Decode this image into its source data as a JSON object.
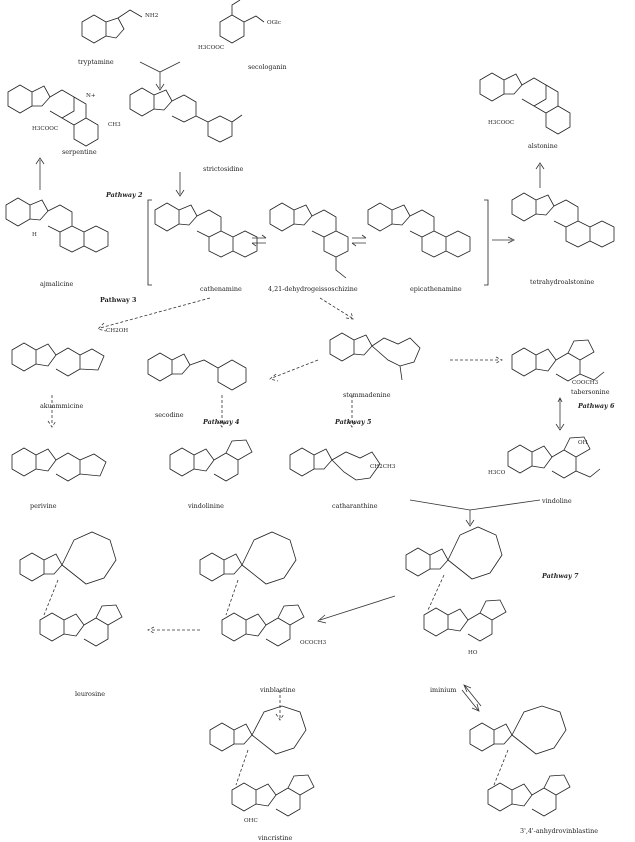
{
  "compounds": {
    "tryptamine": "tryptamine",
    "secologanin": "secologanin",
    "serpentine": "serpentine",
    "strictosidine": "strictosidine",
    "alstonine": "alstonine",
    "ajmalicine": "ajmalicine",
    "cathenamine": "cathenamine",
    "dehydrogeissoschizine": "4,21-dehydrogeissoschizine",
    "epicathenamine": "epicathenamine",
    "tetrahydroalstonine": "tetrahydroalstonine",
    "akuammicine": "akuammicine",
    "stemmadenine": "stemmadenine",
    "tabersonine": "tabersonine",
    "secodine": "secodine",
    "perivine": "perivine",
    "vindolinine": "vindolinine",
    "catharanthine": "catharanthine",
    "vindoline": "vindoline",
    "leurosine": "leurosine",
    "vinblastine": "vinblastine",
    "iminium": "iminium",
    "vincristine": "vincristine",
    "anhydrovinblastine": "3',4'-anhydrovinblastine"
  },
  "pathways": {
    "p2": "Pathway 2",
    "p3": "Pathway 3",
    "p4": "Pathway 4",
    "p5": "Pathway 5",
    "p6": "Pathway 6",
    "p7": "Pathway 7"
  },
  "groups": {
    "nh2": "NH2",
    "oglc": "OGlc",
    "h3cooc": "H3COOC",
    "h3cooc_b": "H3COOC",
    "ch3": "CH3",
    "nplus": "N+",
    "h3cooc_c": "H3COOC",
    "h": "H",
    "coome": "COOCH3",
    "ch2oh": "CH2OH",
    "oh": "OH",
    "h3co": "H3CO",
    "ococh3": "OCOCH3",
    "cho": "OHC",
    "ch2ch3": "CH2CH3",
    "ho": "HO"
  }
}
